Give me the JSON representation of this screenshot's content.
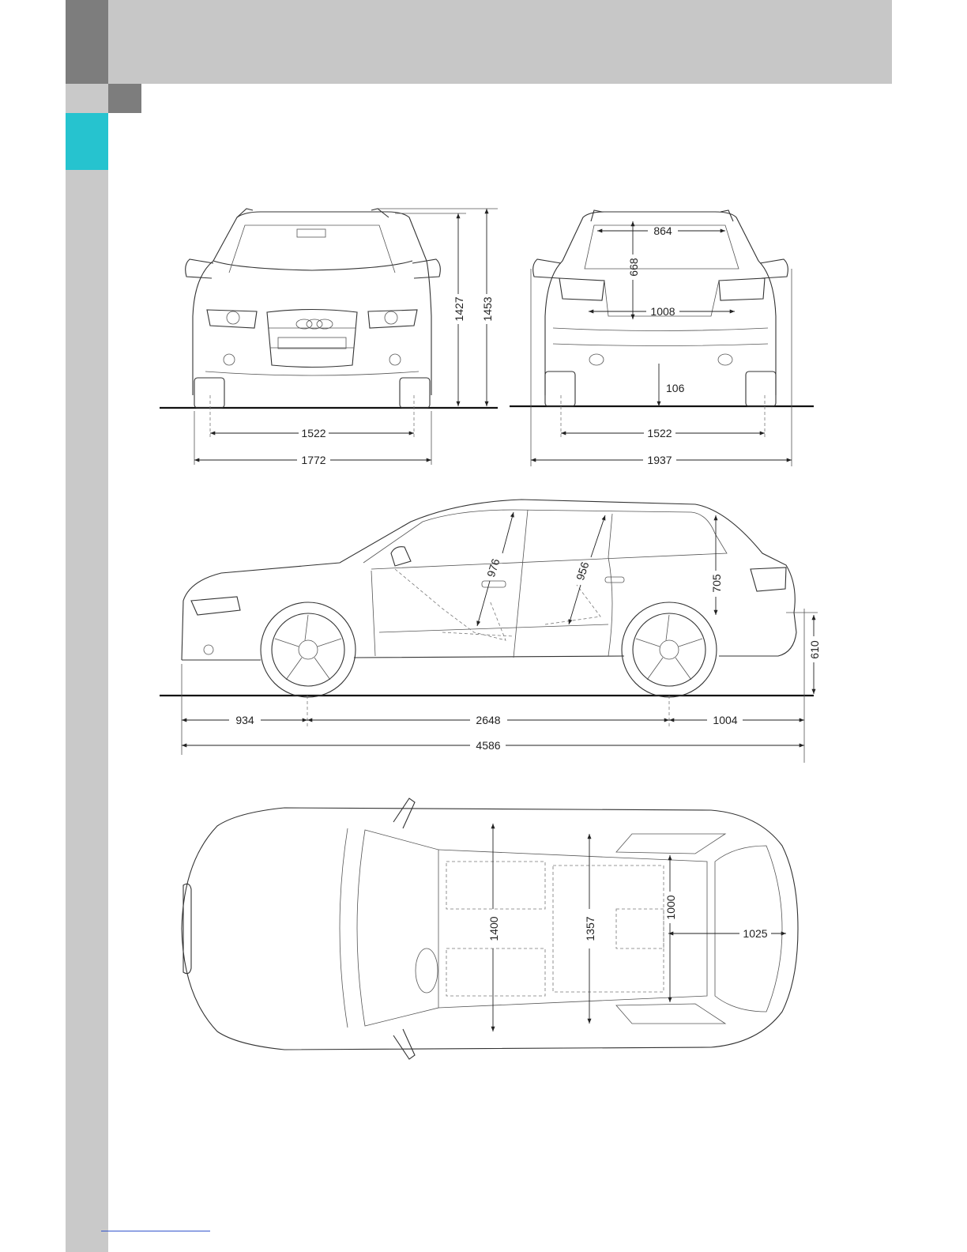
{
  "colors": {
    "accent": "#26c3cf",
    "band_gray": "#c7c7c7",
    "dark_gray": "#7d7d7d"
  },
  "front_view": {
    "height": "1427",
    "height_with_rails": "1453",
    "track": "1522",
    "width": "1772"
  },
  "rear_view": {
    "rear_opening_height": "668",
    "rear_opening_top_width": "864",
    "rear_opening_width": "1008",
    "ground_clearance": "106",
    "track": "1522",
    "width_with_mirrors": "1937"
  },
  "side_view": {
    "front_headroom": "976",
    "rear_headroom": "956",
    "cargo_height": "705",
    "loading_sill_height": "610",
    "front_overhang": "934",
    "wheelbase": "2648",
    "rear_overhang": "1004",
    "length": "4586"
  },
  "top_view": {
    "front_shoulder_width": "1400",
    "rear_shoulder_width": "1357",
    "cargo_width": "1000",
    "cargo_length": "1025"
  }
}
